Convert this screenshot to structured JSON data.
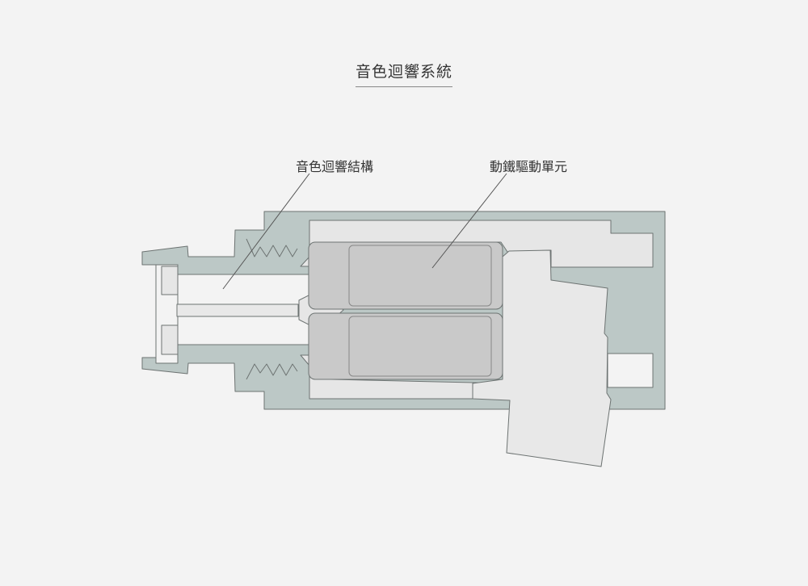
{
  "title": "音色迴響系統",
  "labels": {
    "resonance_structure": "音色迴響結構",
    "balanced_armature_driver": "動鐵驅動單元"
  },
  "colors": {
    "background": "#f3f3f3",
    "housing": "#bcc8c6",
    "driver": "#c9c9c9",
    "cavity": "#e6e6e6"
  }
}
